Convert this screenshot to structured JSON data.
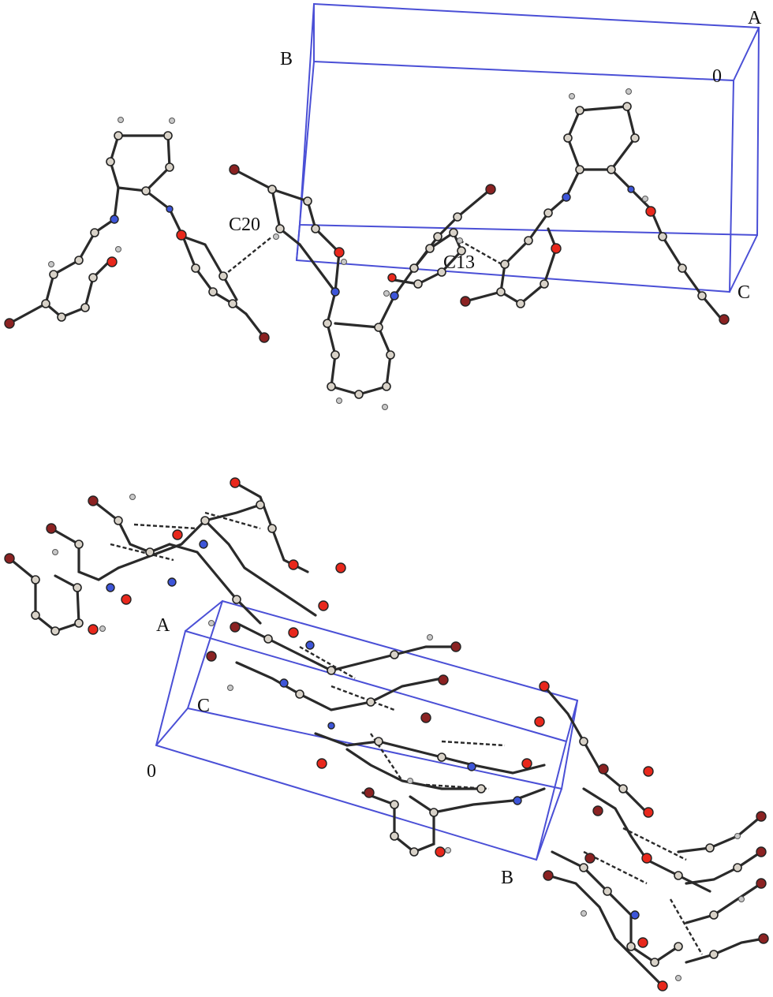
{
  "top_panel": {
    "labels": {
      "axis_a": "A",
      "axis_b": "B",
      "origin": "0",
      "axis_c": "C",
      "atom_c20": "C20",
      "atom_c13": "C13"
    }
  },
  "bottom_panel": {
    "labels": {
      "axis_a": "A",
      "axis_c": "C",
      "origin": "0",
      "axis_b": "B"
    }
  },
  "colors": {
    "cell": "#4a4fd6",
    "carbon": "#d8d2c8",
    "oxygen": "#e8281c",
    "nitrogen": "#3d55d8",
    "bromine": "#8b2222",
    "hydrogen": "#c8c8c8"
  }
}
